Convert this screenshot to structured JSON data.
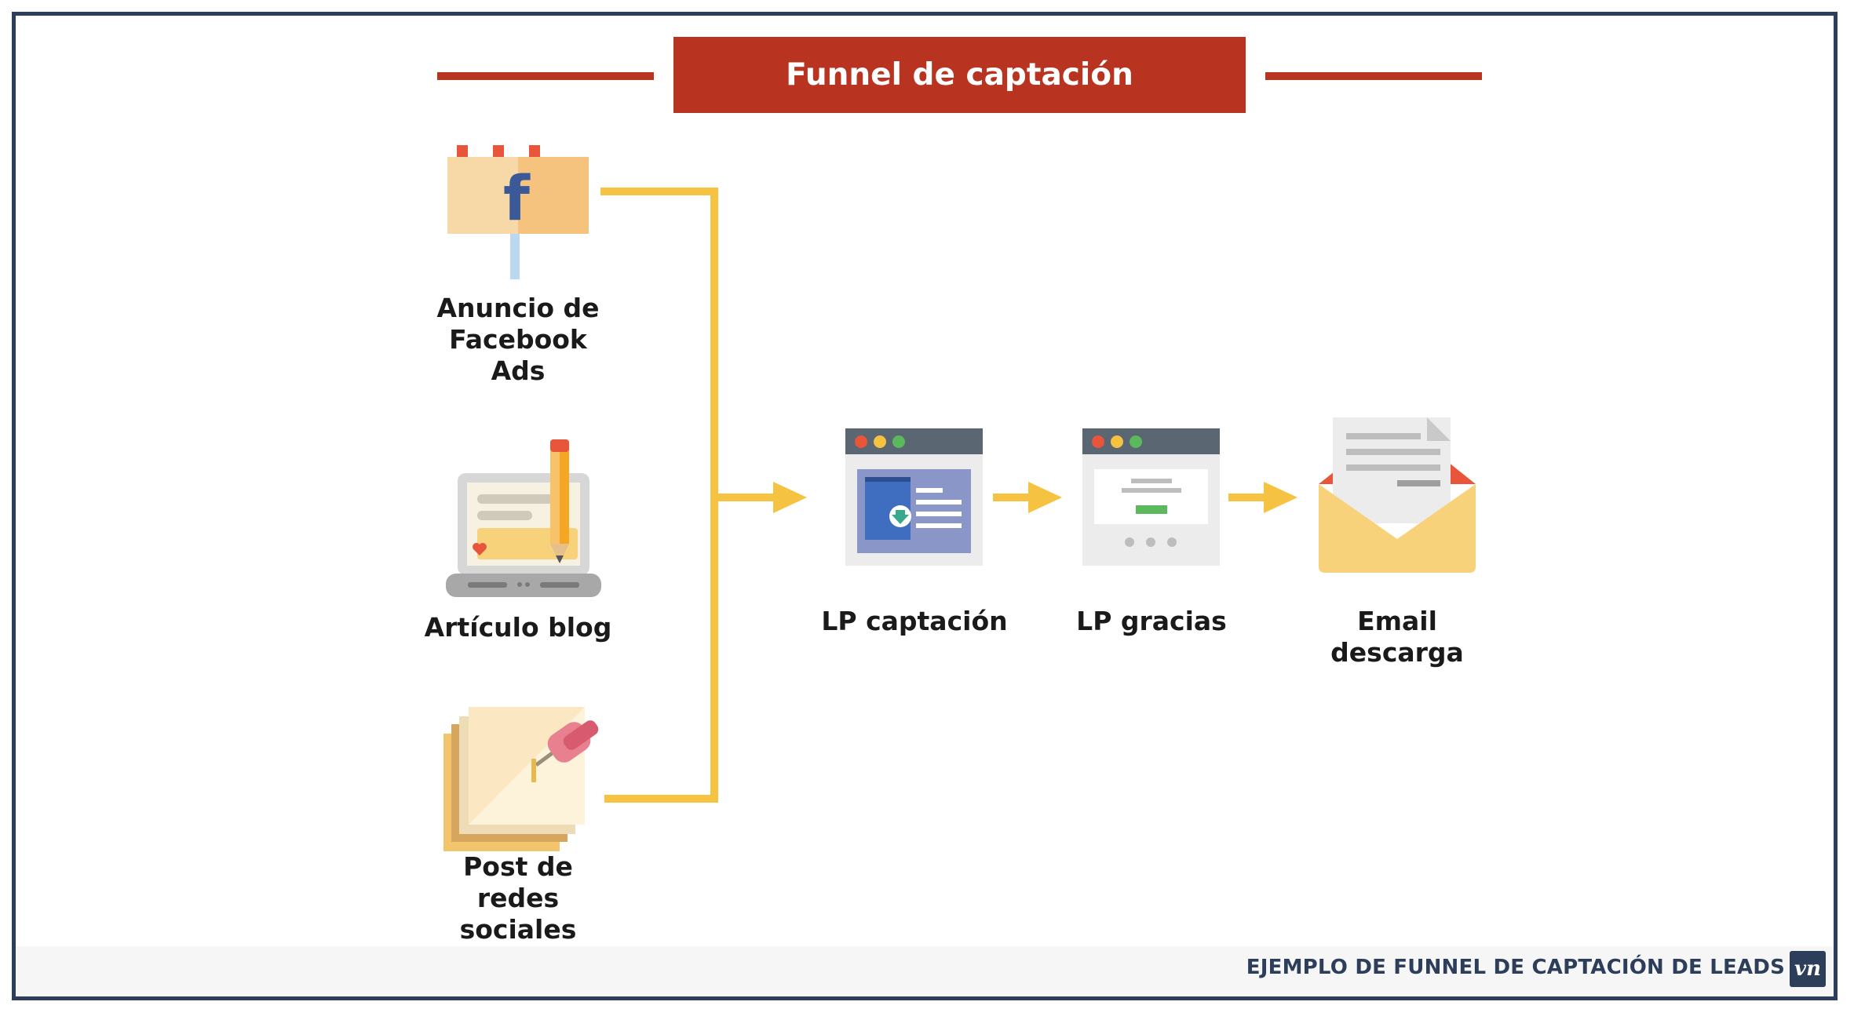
{
  "title": "Funnel de captación",
  "sources": [
    {
      "label": "Anuncio de\nFacebook\nAds",
      "icon": "facebook-ad-sign-icon"
    },
    {
      "label": "Artículo blog",
      "icon": "laptop-pencil-icon"
    },
    {
      "label": "Post de\nredes\nsociales",
      "icon": "pinned-notes-icon"
    }
  ],
  "steps": [
    {
      "label": "LP captación",
      "icon": "landing-page-download-icon"
    },
    {
      "label": "LP gracias",
      "icon": "thank-you-page-icon"
    },
    {
      "label": "Email\ndescarga",
      "icon": "email-envelope-icon"
    }
  ],
  "footer": {
    "text": "EJEMPLO DE FUNNEL DE CAPTACIÓN DE LEADS",
    "logo": "vn"
  },
  "colors": {
    "accent": "#b83320",
    "connector": "#f5c242",
    "border": "#2c3e5a"
  }
}
